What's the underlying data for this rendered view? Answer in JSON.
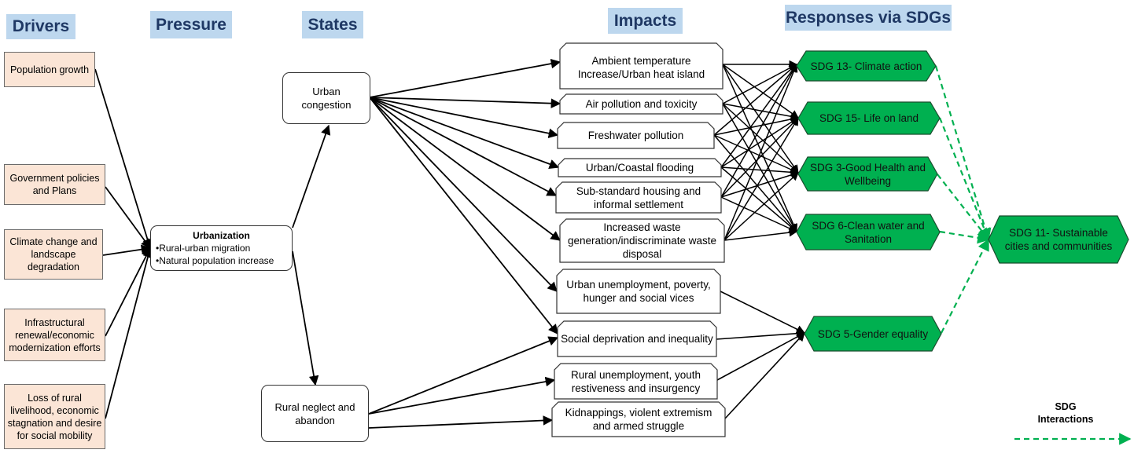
{
  "headers": {
    "drivers": "Drivers",
    "pressure": "Pressure",
    "states": "States",
    "impacts": "Impacts",
    "responses": "Responses via SDGs"
  },
  "drivers": [
    "Population growth",
    "Government policies and Plans",
    "Climate change and landscape degradation",
    "Infrastructural renewal/economic modernization efforts",
    "Loss of rural livelihood, economic stagnation and desire for social mobility"
  ],
  "pressure": {
    "title": "Urbanization",
    "bullets": [
      "•Rural-urban migration",
      "•Natural population increase"
    ]
  },
  "states": [
    "Urban congestion",
    "Rural neglect and abandon"
  ],
  "impacts": [
    "Ambient temperature Increase/Urban heat island",
    "Air pollution and toxicity",
    "Freshwater pollution",
    "Urban/Coastal flooding",
    "Sub-standard housing and informal settlement",
    "Increased waste generation/indiscriminate waste disposal",
    "Urban unemployment, poverty, hunger and social vices",
    "Social deprivation and inequality",
    "Rural unemployment, youth restiveness and insurgency",
    "Kidnappings, violent extremism and armed struggle"
  ],
  "sdgs": [
    "SDG 13- Climate action",
    "SDG 15- Life on land",
    "SDG 3-Good Health and Wellbeing",
    "SDG 6-Clean water and Sanitation",
    "SDG 5-Gender equality"
  ],
  "sdg11": "SDG 11- Sustainable cities and communities",
  "legend": {
    "title": "SDG Interactions"
  },
  "colors": {
    "header_fill": "#bdd7ee",
    "driver_fill": "#fbe5d6",
    "sdg_fill": "#00b050",
    "interaction_line": "#00b050"
  }
}
